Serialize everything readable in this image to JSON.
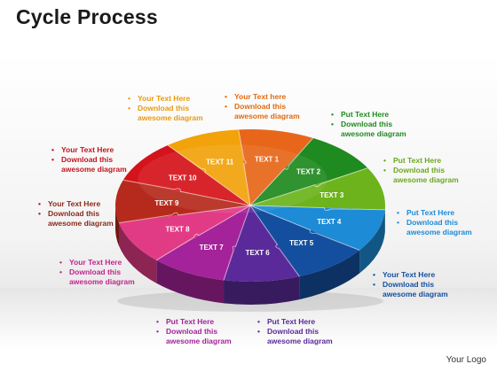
{
  "title": "Cycle Process",
  "logo": "Your Logo",
  "segments": [
    {
      "label": "TEXT 1",
      "color": "#e8661a"
    },
    {
      "label": "TEXT 2",
      "color": "#1f8a1f"
    },
    {
      "label": "TEXT 3",
      "color": "#6cb31c"
    },
    {
      "label": "TEXT 4",
      "color": "#1d8bd6"
    },
    {
      "label": "TEXT 5",
      "color": "#134f9e"
    },
    {
      "label": "TEXT 6",
      "color": "#5a2a9a"
    },
    {
      "label": "TEXT 7",
      "color": "#a4239a"
    },
    {
      "label": "TEXT 8",
      "color": "#e23b86"
    },
    {
      "label": "TEXT 9",
      "color": "#b52a1c"
    },
    {
      "label": "TEXT 10",
      "color": "#d5131b"
    },
    {
      "label": "TEXT 11",
      "color": "#f2a20a"
    }
  ],
  "annotations": [
    {
      "lines": [
        "Your Text Here",
        "Download this",
        "awesome diagram"
      ],
      "color": "#e89a10"
    },
    {
      "lines": [
        "Your Text  here",
        "Download this",
        "awesome diagram"
      ],
      "color": "#e06a12"
    },
    {
      "lines": [
        "Put Text Here",
        "Download this",
        "awesome diagram"
      ],
      "color": "#1f8a1f"
    },
    {
      "lines": [
        "Put Text Here",
        "Download this",
        "awesome diagram"
      ],
      "color": "#6ba81e"
    },
    {
      "lines": [
        "Put Text Here",
        "Download this",
        "awesome diagram"
      ],
      "color": "#1d8bd6"
    },
    {
      "lines": [
        "Your Text Here",
        "Download this",
        "awesome diagram"
      ],
      "color": "#134f9e"
    },
    {
      "lines": [
        "Put Text Here",
        "Download this",
        "awesome diagram"
      ],
      "color": "#5a2a9a"
    },
    {
      "lines": [
        "Put Text Here",
        "Download this",
        "awesome diagram"
      ],
      "color": "#a4239a"
    },
    {
      "lines": [
        "Your Text  Here",
        "Download this",
        "awesome diagram"
      ],
      "color": "#c2248c"
    },
    {
      "lines": [
        "Your Text Here",
        "Download this",
        "awesome diagram"
      ],
      "color": "#8a2a1a"
    },
    {
      "lines": [
        "Your Text  Here",
        "Download this",
        "awesome diagram"
      ],
      "color": "#c4141b"
    }
  ]
}
